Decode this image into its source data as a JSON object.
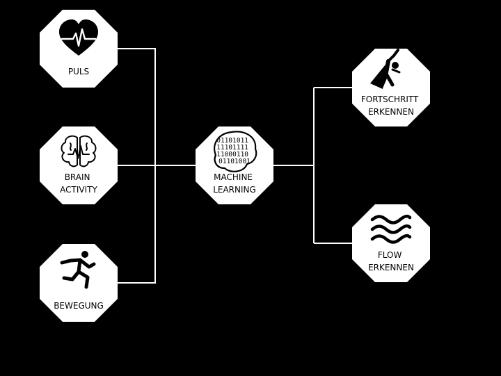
{
  "colors": {
    "background": "#000000",
    "node_fill": "#ffffff",
    "connector": "#ffffff",
    "icon": "#000000",
    "text": "#000000"
  },
  "inputs": [
    {
      "id": "puls",
      "label": [
        "PULS"
      ],
      "icon": "heart-pulse-icon"
    },
    {
      "id": "brain",
      "label": [
        "BRAIN",
        "ACTIVITY"
      ],
      "icon": "brain-wave-icon"
    },
    {
      "id": "bewegung",
      "label": [
        "BEWEGUNG"
      ],
      "icon": "running-person-icon"
    }
  ],
  "center": {
    "id": "ml",
    "label": [
      "MACHINE",
      "LEARNING"
    ],
    "icon": "binary-brain-icon",
    "binary": [
      "01101011",
      "11101111",
      "11000110",
      "01101001"
    ]
  },
  "outputs": [
    {
      "id": "fortschritt",
      "label": [
        "FORTSCHRITT",
        "ERKENNEN"
      ],
      "icon": "superhero-icon"
    },
    {
      "id": "flow",
      "label": [
        "FLOW",
        "ERKENNEN"
      ],
      "icon": "waves-icon"
    }
  ]
}
